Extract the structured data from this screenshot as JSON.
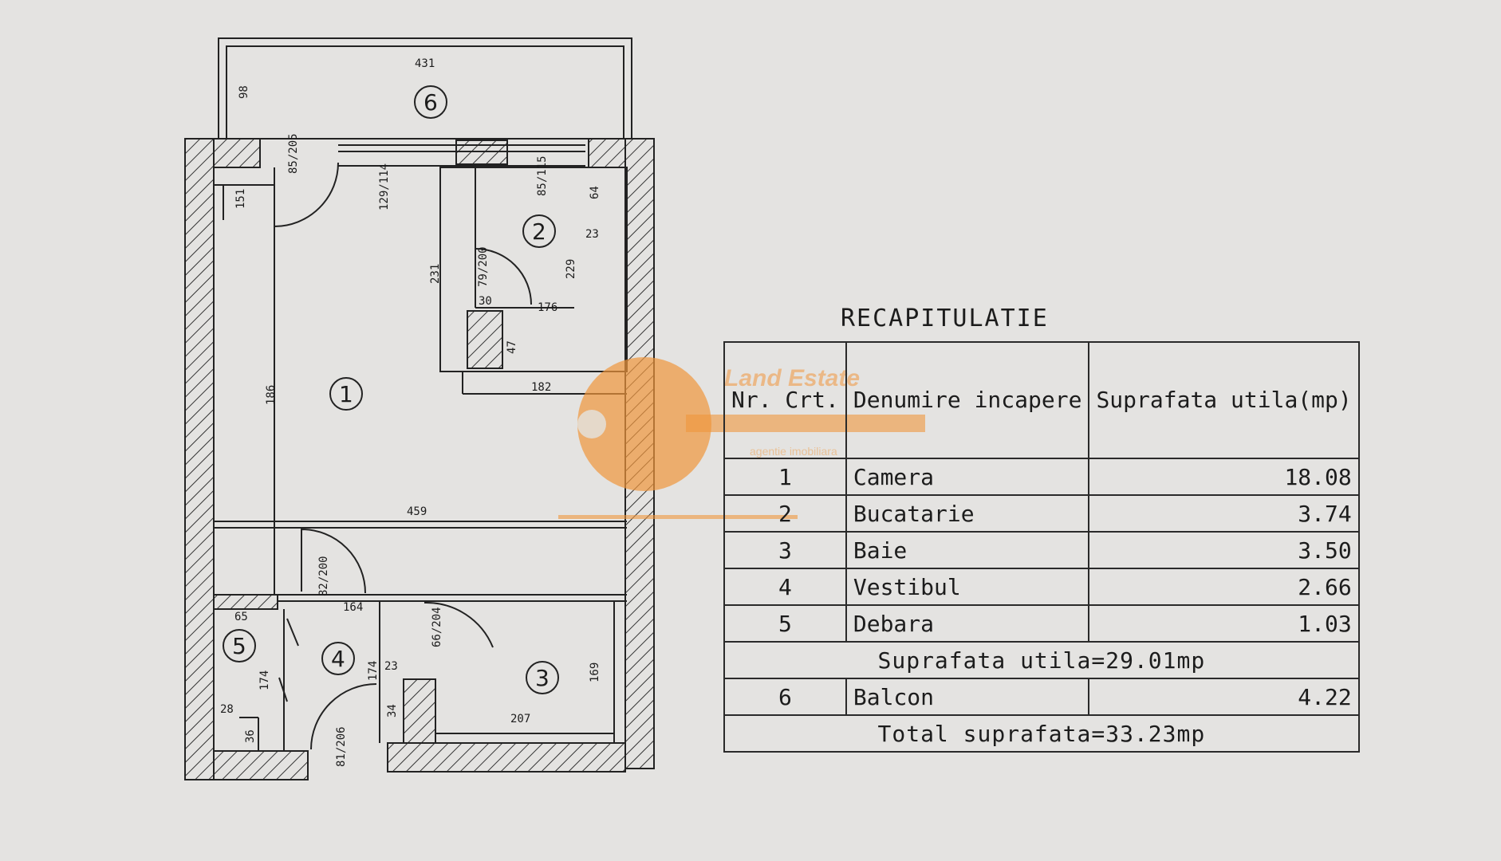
{
  "plan": {
    "room_numbers": [
      "1",
      "2",
      "3",
      "4",
      "5",
      "6"
    ],
    "dimensions": {
      "balcony_width": "431",
      "balcony_depth": "98",
      "door_balcony": "85/205",
      "window_room": "129/114",
      "window_kitchen": "85/115",
      "window_left": "151",
      "kitchen_64": "64",
      "kitchen_23": "23",
      "kitchen_229": "229",
      "kitchen_231": "231",
      "kitchen_door": "79/200",
      "kitchen_30": "30",
      "kitchen_176": "176",
      "kitchen_47": "47",
      "kitchen_182": "182",
      "room_186": "186",
      "room_459": "459",
      "door_room": "82/200",
      "hall_65": "65",
      "hall_164": "164",
      "bath_door": "66/204",
      "hall_23": "23",
      "hall_174": "174",
      "closet_174": "174",
      "bath_169": "169",
      "bath_207": "207",
      "closet_28": "28",
      "closet_36": "36",
      "hall_34": "34",
      "entry_door": "81/206"
    }
  },
  "recap": {
    "title": "RECAPITULATIE",
    "headers": {
      "nr": "Nr. Crt.",
      "name": "Denumire incapere",
      "area": "Suprafata utila(mp)"
    },
    "rows": [
      {
        "nr": "1",
        "name": "Camera",
        "area": "18.08"
      },
      {
        "nr": "2",
        "name": "Bucatarie",
        "area": "3.74"
      },
      {
        "nr": "3",
        "name": "Baie",
        "area": "3.50"
      },
      {
        "nr": "4",
        "name": "Vestibul",
        "area": "2.66"
      },
      {
        "nr": "5",
        "name": "Debara",
        "area": "1.03"
      }
    ],
    "subtotal": "Suprafata utila=29.01mp",
    "balcony": {
      "nr": "6",
      "name": "Balcon",
      "area": "4.22"
    },
    "total": "Total suprafata=33.23mp"
  },
  "watermark": {
    "text": "Land Estate",
    "subtext": "agentie imobiliara",
    "color": "#f0963c"
  }
}
